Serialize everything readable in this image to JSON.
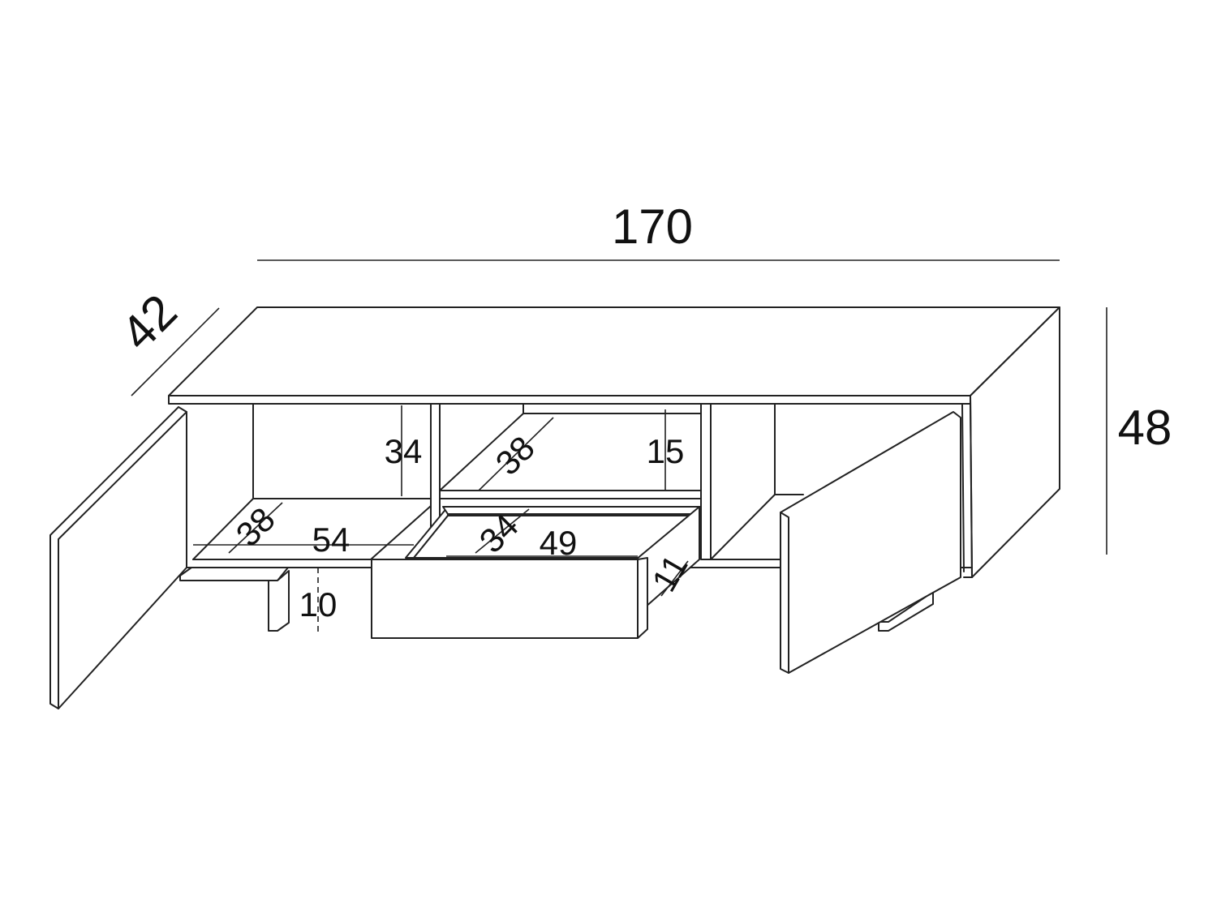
{
  "diagram": {
    "overall": {
      "width": "170",
      "depth": "42",
      "height": "48"
    },
    "left_compartment": {
      "inner_height": "34",
      "shelf_depth": "38",
      "inner_width": "54",
      "base_height": "10"
    },
    "center_compartment": {
      "niche_depth": "38",
      "niche_height": "15",
      "drawer_depth": "34",
      "drawer_width": "49",
      "drawer_height": "11"
    }
  }
}
